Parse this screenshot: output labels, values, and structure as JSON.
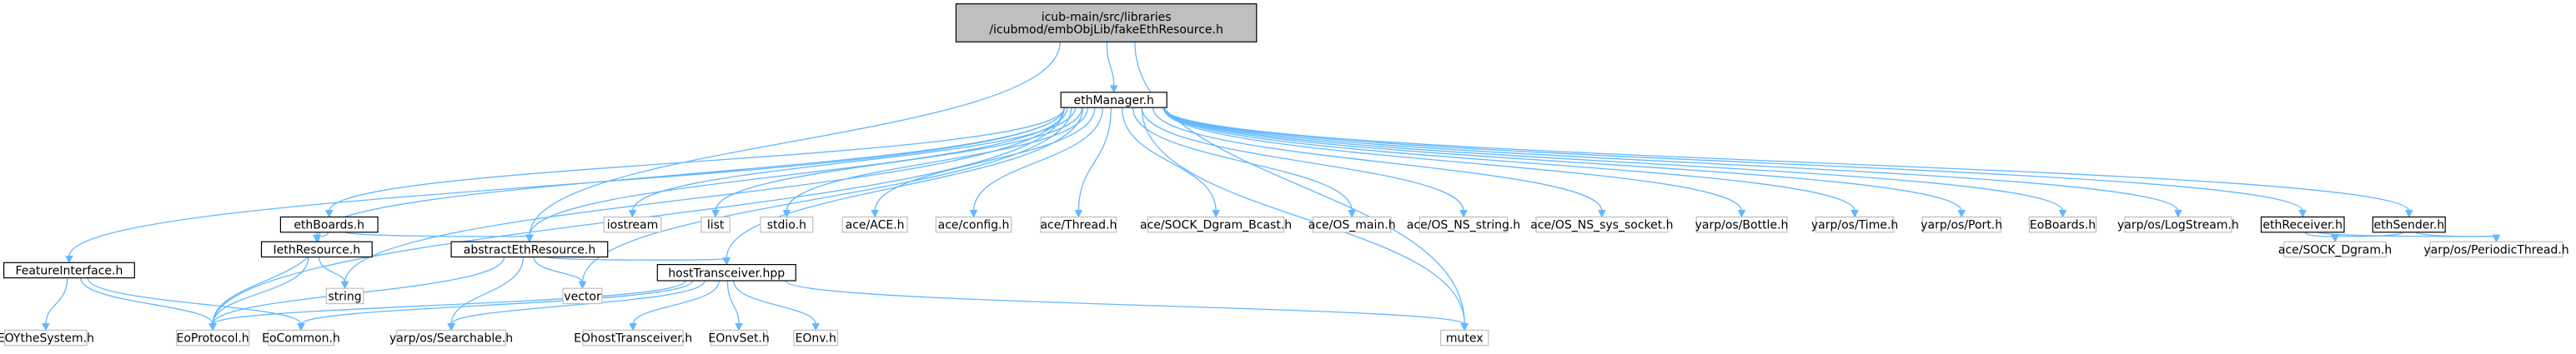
{
  "colors": {
    "background": "#ffffff",
    "edge": "#63b8ff",
    "root_fill": "#bfbfbf",
    "documented_border": "#000000",
    "undocumented_border": "#bfbfbf",
    "text": "#000000"
  },
  "nodes": [
    {
      "id": "root",
      "label": [
        "icub-main/src/libraries",
        "/icubmod/embObjLib/fakeEthResource.h"
      ],
      "style": "root"
    },
    {
      "id": "ethManager",
      "label": [
        "ethManager.h"
      ],
      "style": "documented"
    },
    {
      "id": "FeatureInterface",
      "label": [
        "FeatureInterface.h"
      ],
      "style": "documented"
    },
    {
      "id": "ethBoards",
      "label": [
        "ethBoards.h"
      ],
      "style": "documented"
    },
    {
      "id": "IethResource",
      "label": [
        "IethResource.h"
      ],
      "style": "documented"
    },
    {
      "id": "abstractEthResource",
      "label": [
        "abstractEthResource.h"
      ],
      "style": "documented"
    },
    {
      "id": "hostTransceiver",
      "label": [
        "hostTransceiver.hpp"
      ],
      "style": "documented"
    },
    {
      "id": "ethReceiver",
      "label": [
        "ethReceiver.h"
      ],
      "style": "documented"
    },
    {
      "id": "ethSender",
      "label": [
        "ethSender.h"
      ],
      "style": "documented"
    },
    {
      "id": "iostream",
      "label": [
        "iostream"
      ],
      "style": "external"
    },
    {
      "id": "list",
      "label": [
        "list"
      ],
      "style": "external"
    },
    {
      "id": "stdio",
      "label": [
        "stdio.h"
      ],
      "style": "external"
    },
    {
      "id": "aceACE",
      "label": [
        "ace/ACE.h"
      ],
      "style": "external"
    },
    {
      "id": "aceconfig",
      "label": [
        "ace/config.h"
      ],
      "style": "external"
    },
    {
      "id": "aceThread",
      "label": [
        "ace/Thread.h"
      ],
      "style": "external"
    },
    {
      "id": "aceBcast",
      "label": [
        "ace/SOCK_Dgram_Bcast.h"
      ],
      "style": "external"
    },
    {
      "id": "aceOSmain",
      "label": [
        "ace/OS_main.h"
      ],
      "style": "external"
    },
    {
      "id": "aceOSstring",
      "label": [
        "ace/OS_NS_string.h"
      ],
      "style": "external"
    },
    {
      "id": "aceOSsocket",
      "label": [
        "ace/OS_NS_sys_socket.h"
      ],
      "style": "external"
    },
    {
      "id": "yarpBottle",
      "label": [
        "yarp/os/Bottle.h"
      ],
      "style": "external"
    },
    {
      "id": "yarpTime",
      "label": [
        "yarp/os/Time.h"
      ],
      "style": "external"
    },
    {
      "id": "yarpPort",
      "label": [
        "yarp/os/Port.h"
      ],
      "style": "external"
    },
    {
      "id": "EoBoards",
      "label": [
        "EoBoards.h"
      ],
      "style": "external"
    },
    {
      "id": "yarpLog",
      "label": [
        "yarp/os/LogStream.h"
      ],
      "style": "external"
    },
    {
      "id": "aceDgram",
      "label": [
        "ace/SOCK_Dgram.h"
      ],
      "style": "external"
    },
    {
      "id": "yarpPeriodic",
      "label": [
        "yarp/os/PeriodicThread.h"
      ],
      "style": "external"
    },
    {
      "id": "string",
      "label": [
        "string"
      ],
      "style": "external"
    },
    {
      "id": "vector",
      "label": [
        "vector"
      ],
      "style": "external"
    },
    {
      "id": "EOYtheSystem",
      "label": [
        "EOYtheSystem.h"
      ],
      "style": "external"
    },
    {
      "id": "EoProtocol",
      "label": [
        "EoProtocol.h"
      ],
      "style": "external"
    },
    {
      "id": "EoCommon",
      "label": [
        "EoCommon.h"
      ],
      "style": "external"
    },
    {
      "id": "yarpSearchable",
      "label": [
        "yarp/os/Searchable.h"
      ],
      "style": "external"
    },
    {
      "id": "EOhostTransceiver",
      "label": [
        "EOhostTransceiver.h"
      ],
      "style": "external"
    },
    {
      "id": "EOnvSet",
      "label": [
        "EOnvSet.h"
      ],
      "style": "external"
    },
    {
      "id": "EOnv",
      "label": [
        "EOnv.h"
      ],
      "style": "external"
    },
    {
      "id": "mutex",
      "label": [
        "mutex"
      ],
      "style": "external"
    }
  ],
  "edges": [
    [
      "root",
      "ethManager"
    ],
    [
      "root",
      "abstractEthResource"
    ],
    [
      "root",
      "mutex"
    ],
    [
      "ethManager",
      "FeatureInterface"
    ],
    [
      "ethManager",
      "ethBoards"
    ],
    [
      "ethManager",
      "IethResource"
    ],
    [
      "ethManager",
      "abstractEthResource"
    ],
    [
      "ethManager",
      "string"
    ],
    [
      "ethManager",
      "EoProtocol"
    ],
    [
      "ethManager",
      "vector"
    ],
    [
      "ethManager",
      "hostTransceiver"
    ],
    [
      "ethManager",
      "iostream"
    ],
    [
      "ethManager",
      "list"
    ],
    [
      "ethManager",
      "stdio"
    ],
    [
      "ethManager",
      "aceACE"
    ],
    [
      "ethManager",
      "aceconfig"
    ],
    [
      "ethManager",
      "aceThread"
    ],
    [
      "ethManager",
      "aceBcast"
    ],
    [
      "ethManager",
      "aceOSmain"
    ],
    [
      "ethManager",
      "aceOSstring"
    ],
    [
      "ethManager",
      "aceOSsocket"
    ],
    [
      "ethManager",
      "yarpBottle"
    ],
    [
      "ethManager",
      "yarpTime"
    ],
    [
      "ethManager",
      "yarpPort"
    ],
    [
      "ethManager",
      "EoBoards"
    ],
    [
      "ethManager",
      "yarpLog"
    ],
    [
      "ethManager",
      "ethReceiver"
    ],
    [
      "ethManager",
      "ethSender"
    ],
    [
      "ethManager",
      "mutex"
    ],
    [
      "FeatureInterface",
      "EOYtheSystem"
    ],
    [
      "FeatureInterface",
      "EoProtocol"
    ],
    [
      "FeatureInterface",
      "EoCommon"
    ],
    [
      "ethBoards",
      "IethResource"
    ],
    [
      "ethBoards",
      "abstractEthResource"
    ],
    [
      "ethBoards",
      "EoProtocol"
    ],
    [
      "IethResource",
      "EoProtocol"
    ],
    [
      "IethResource",
      "string"
    ],
    [
      "abstractEthResource",
      "EoProtocol"
    ],
    [
      "abstractEthResource",
      "vector"
    ],
    [
      "abstractEthResource",
      "hostTransceiver"
    ],
    [
      "abstractEthResource",
      "yarpSearchable"
    ],
    [
      "hostTransceiver",
      "EoProtocol"
    ],
    [
      "hostTransceiver",
      "EoCommon"
    ],
    [
      "hostTransceiver",
      "yarpSearchable"
    ],
    [
      "hostTransceiver",
      "EOhostTransceiver"
    ],
    [
      "hostTransceiver",
      "EOnvSet"
    ],
    [
      "hostTransceiver",
      "EOnv"
    ],
    [
      "hostTransceiver",
      "mutex"
    ],
    [
      "ethReceiver",
      "aceDgram"
    ],
    [
      "ethReceiver",
      "yarpPeriodic"
    ],
    [
      "ethSender",
      "aceDgram"
    ],
    [
      "ethSender",
      "yarpPeriodic"
    ]
  ]
}
